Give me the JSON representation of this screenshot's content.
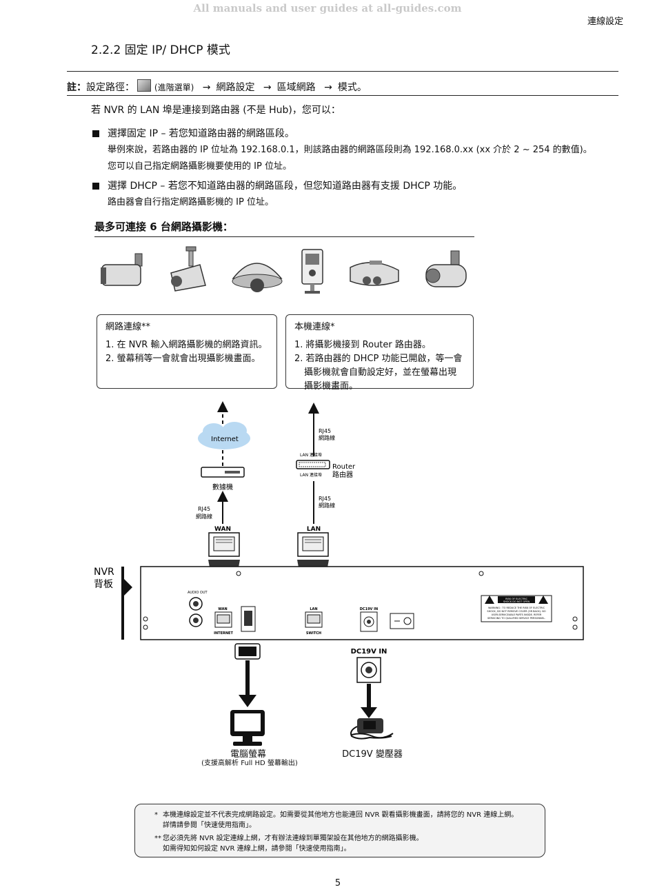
{
  "watermark": "All manuals and user guides at all-guides.com",
  "header": {
    "section_name": "連線設定"
  },
  "heading": "2.2.2 固定 IP/ DHCP 模式",
  "note": {
    "label": "註：",
    "path_prefix": "設定路徑：",
    "menu_label": "(進階選單)",
    "steps": [
      "網路設定",
      "區域網路",
      "模式。"
    ],
    "arrow": "→",
    "icon": "gear-icon"
  },
  "intro": "若 NVR 的 LAN 埠是連接到路由器 (不是 Hub)，您可以：",
  "bullets": [
    {
      "title": "選擇固定 IP – 若您知道路由器的網路區段。",
      "line2": "舉例來說，若路由器的 IP 位址為 192.168.0.1，則該路由器的網路區段則為 192.168.0.xx (xx 介於 2 ~ 254 的數值)。",
      "line3": "您可以自己指定網路攝影機要使用的 IP 位址。"
    },
    {
      "title": "選擇 DHCP – 若您不知道路由器的網路區段，但您知道路由器有支援 DHCP 功能。",
      "line2": "路由器會自行指定網路攝影機的 IP 位址。"
    }
  ],
  "camera_heading": "最多可連接 6 台網路攝影機：",
  "boxes": {
    "network": {
      "title": "網路連線**",
      "items": [
        "1. 在 NVR 輸入網路攝影機的網路資訊。",
        "2. 螢幕稍等一會就會出現攝影機畫面。"
      ]
    },
    "local": {
      "title": "本機連線*",
      "items": [
        "1. 將攝影機接到 Router 路由器。",
        "2. 若路由器的 DHCP 功能已開啟，等一會",
        "攝影機就會自動設定好，並在螢幕出現",
        "攝影機畫面。"
      ]
    }
  },
  "diagram": {
    "internet": "Internet",
    "modem": "數據機",
    "rj45": "RJ45",
    "cable": "網路線",
    "lan_port": "LAN 連接埠",
    "router_en": "Router",
    "router_zh": "路由器",
    "wan": "WAN",
    "lan": "LAN",
    "nvr_line1": "NVR",
    "nvr_line2": "背板",
    "audio_out": "AUDIO OUT",
    "port_wan": "WAN",
    "port_internet": "INTERNET",
    "port_lan": "LAN",
    "port_switch": "SWITCH",
    "dc_small": "DC19V IN",
    "dc19v_in": "DC19V IN",
    "warn_1": "RISK OF ELECTRIC",
    "warn_2": "SHOCK DO NOT OPEN",
    "warn_3": "WARNING : TO REDUCE THE RISK OF ELECTRIC",
    "warn_4": "SHOCK, DO NOT REMOVE COVER (OR BACK). NO",
    "warn_5": "USER-SERVICEABLE PARTS INSIDE. REFER",
    "warn_6": "SERVICING TO QUALIFIED SERVICE PERSONNEL.",
    "monitor": "電腦螢幕",
    "monitor_note": "(支援高解析 Full HD 螢幕輸出)",
    "adapter": "DC19V 變壓器"
  },
  "footnotes": {
    "f1_mark": "*",
    "f1_a": "本機連線設定並不代表完成網路設定。如需要從其他地方也能連回 NVR 觀看攝影機畫面，請將您的 NVR 連線上網。",
    "f1_b": "詳情請參閱「快速使用指南」。",
    "f2_mark": "**",
    "f2_a": "您必須先將 NVR 設定連線上網，才有辦法連線到單獨架設在其他地方的網路攝影機。",
    "f2_b": "如需得知如何設定 NVR 連線上網，請參閱「快速使用指南」。"
  },
  "page_number": "5"
}
